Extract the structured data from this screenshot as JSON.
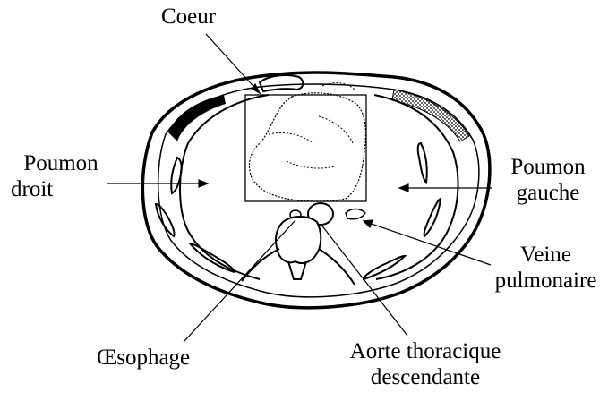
{
  "labels": {
    "coeur": "Coeur",
    "poumon_droit": [
      "Poumon",
      "droit"
    ],
    "poumon_gauche": [
      "Poumon",
      "gauche"
    ],
    "veine_pulmonaire": [
      "Veine",
      "pulmonaire"
    ],
    "oesophage": "Œsophage",
    "aorte": [
      "Aorte thoracique",
      "descendante"
    ]
  },
  "colors": {
    "ink": "#000000",
    "background": "#ffffff"
  }
}
